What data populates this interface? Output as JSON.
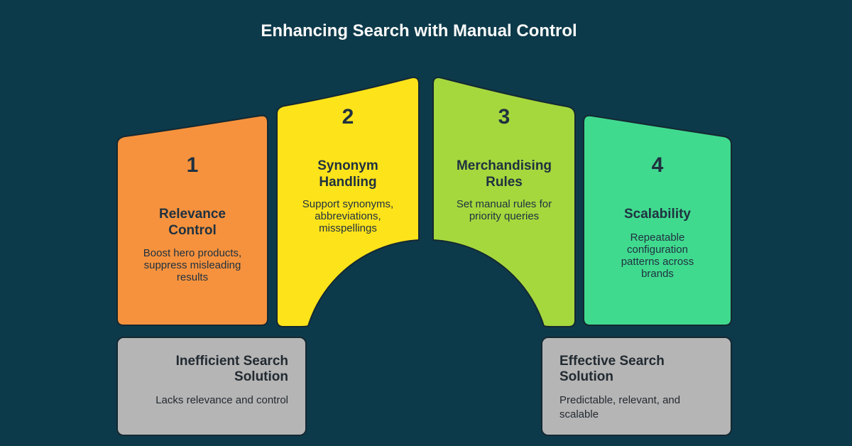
{
  "page": {
    "title": "Enhancing Search with Manual Control"
  },
  "colors": {
    "background": "#0d3a4a",
    "outline": "#142832",
    "panel_text": "#203140",
    "title_text": "#fafafa",
    "footer_box": "#b5b5b5"
  },
  "panels": [
    {
      "number": "1",
      "title": "Relevance Control",
      "body": "Boost hero products, suppress misleading results",
      "color": "#f6923d"
    },
    {
      "number": "2",
      "title": "Synonym Handling",
      "body": "Support synonyms, abbreviations, misspellings",
      "color": "#fde31a"
    },
    {
      "number": "3",
      "title": "Merchandising Rules",
      "body": "Set manual rules for priority queries",
      "color": "#a5d83d"
    },
    {
      "number": "4",
      "title": "Scalability",
      "body": "Repeatable configuration patterns across brands",
      "color": "#40da8f"
    }
  ],
  "footers": {
    "left": {
      "title": "Inefficient Search Solution",
      "body": "Lacks relevance and control"
    },
    "right": {
      "title": "Effective Search Solution",
      "body": "Predictable, relevant, and scalable"
    }
  }
}
